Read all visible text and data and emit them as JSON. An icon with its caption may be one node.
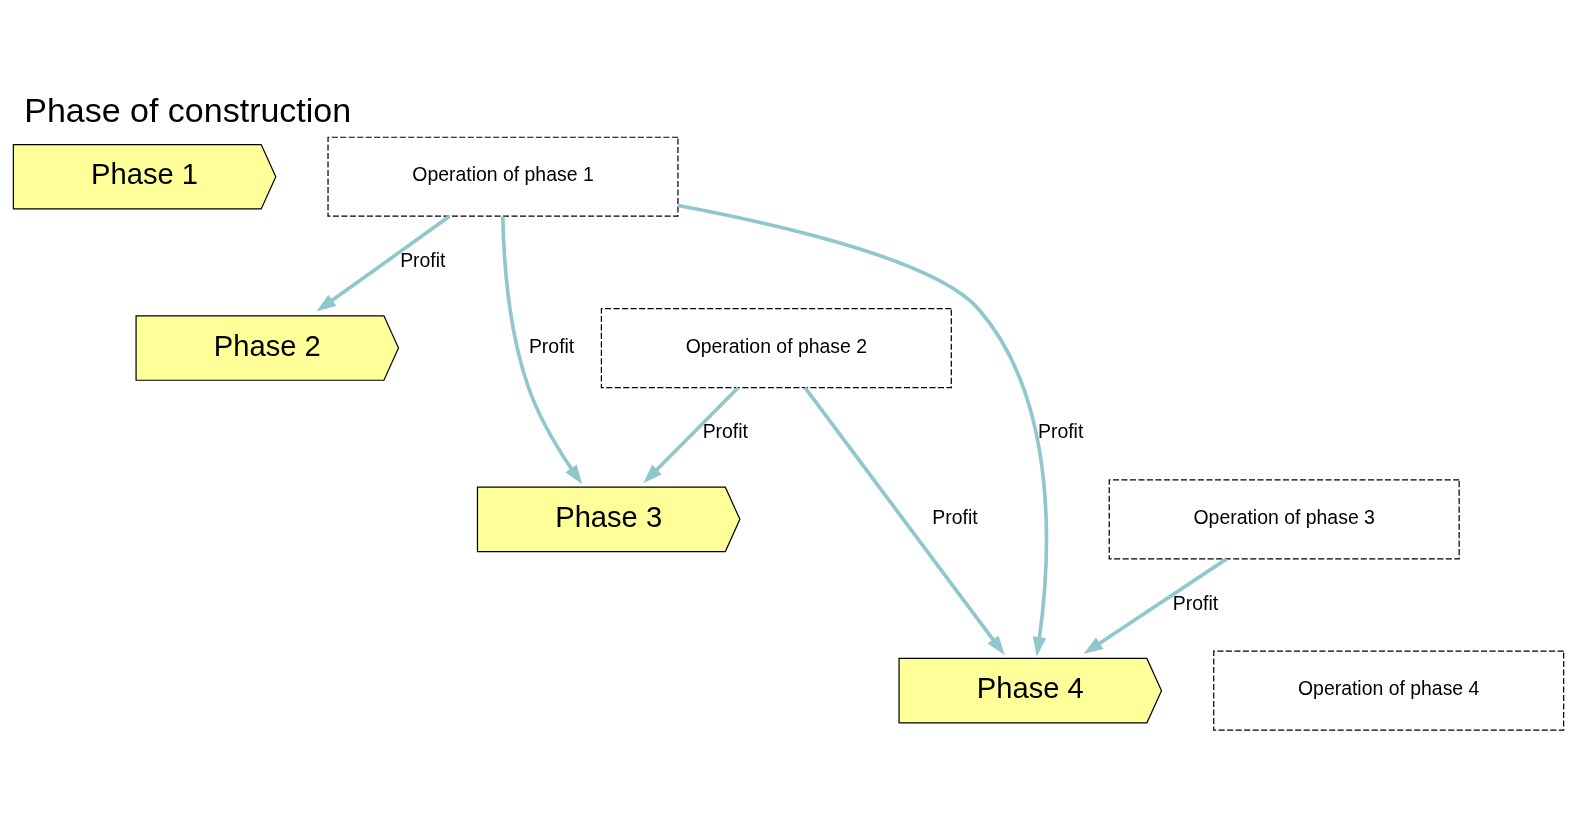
{
  "diagram": {
    "title": "Phase of construction",
    "nodes": [
      {
        "text": [
          "Phase 1"
        ]
      },
      {
        "text": [
          "Operation of phase 1"
        ]
      },
      {
        "text": [
          "Phase 2"
        ]
      },
      {
        "text": [
          "Operation of phase 2"
        ]
      },
      {
        "text": [
          "Phase 3"
        ]
      },
      {
        "text": [
          "Operation of phase 3"
        ]
      },
      {
        "text": [
          "Phase 4"
        ]
      },
      {
        "text": [
          "Operation of phase 4"
        ]
      }
    ],
    "edges": [
      {
        "from": 1,
        "to": 2,
        "arrow": "to",
        "label": "Profit"
      },
      {
        "from": 1,
        "to": 4,
        "arrow": "to",
        "label": "Profit"
      },
      {
        "from": 3,
        "to": 4,
        "arrow": "to",
        "label": "Profit"
      },
      {
        "from": 1,
        "to": 6,
        "arrow": "to",
        "label": "Profit"
      },
      {
        "from": 3,
        "to": 6,
        "arrow": "to",
        "label": "Profit"
      },
      {
        "from": 5,
        "to": 6,
        "arrow": "to",
        "label": "Profit"
      }
    ]
  }
}
